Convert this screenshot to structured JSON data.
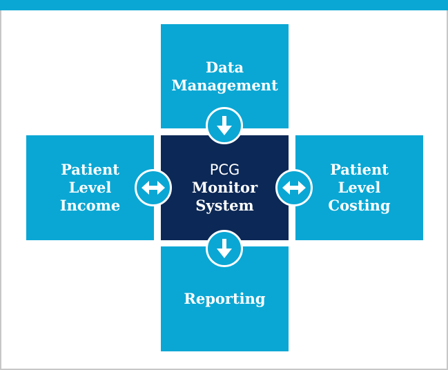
{
  "colors": {
    "accent": "#0aa7d4",
    "center": "#0c2856",
    "text": "#ffffff",
    "frame": "#c7c7c7"
  },
  "nodes": {
    "data_management": "Data\nManagement",
    "patient_level_income": "Patient\nLevel\nIncome",
    "center_prefix": "PCG",
    "center_name": "Monitor\nSystem",
    "patient_level_costing": "Patient\nLevel\nCosting",
    "reporting": "Reporting"
  },
  "connectors": {
    "top": "arrow-down-icon",
    "left": "double-arrow-icon",
    "right": "double-arrow-icon",
    "bottom": "arrow-down-icon"
  }
}
